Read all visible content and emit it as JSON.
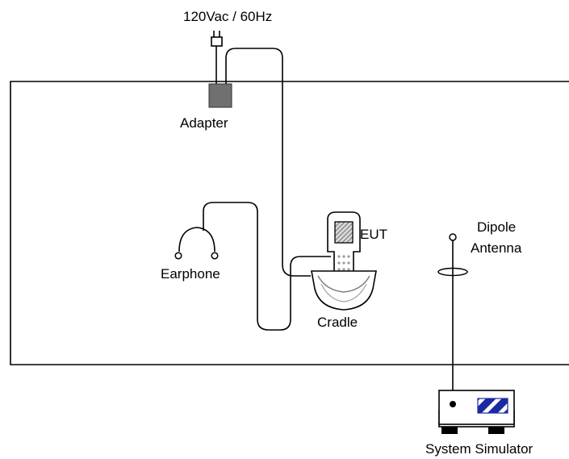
{
  "labels": {
    "power": "120Vac / 60Hz",
    "adapter": "Adapter",
    "earphone": "Earphone",
    "eut": "EUT",
    "cradle": "Cradle",
    "dipole_line1": "Dipole",
    "dipole_line2": "Antenna",
    "simulator": "System Simulator"
  },
  "colors": {
    "line": "#000000",
    "adapter_fill": "#707070",
    "display_hatch": "#808080",
    "simulator_stripe": "#1a2aa0",
    "background": "#ffffff"
  }
}
